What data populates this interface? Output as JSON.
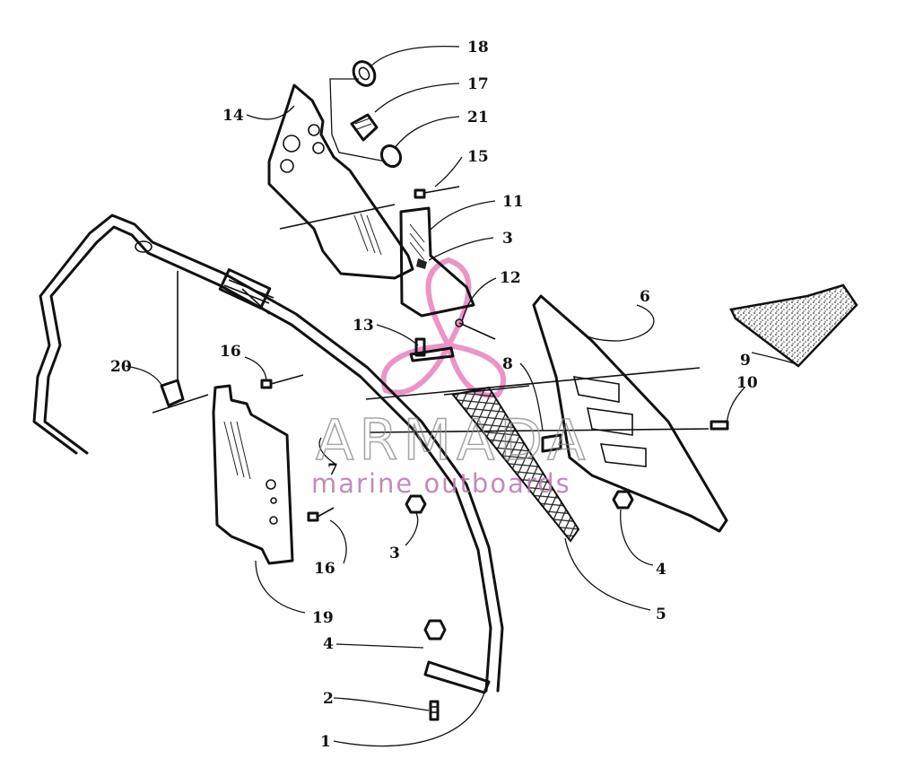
{
  "watermark": {
    "brand": "ARMADA",
    "tagline": "marine outboards",
    "logo_color": "#e87ab8"
  },
  "callouts": [
    {
      "id": "c18",
      "text": "18"
    },
    {
      "id": "c17",
      "text": "17"
    },
    {
      "id": "c21",
      "text": "21"
    },
    {
      "id": "c14",
      "text": "14"
    },
    {
      "id": "c15",
      "text": "15"
    },
    {
      "id": "c11",
      "text": "11"
    },
    {
      "id": "c3a",
      "text": "3"
    },
    {
      "id": "c12",
      "text": "12"
    },
    {
      "id": "c13",
      "text": "13"
    },
    {
      "id": "c6",
      "text": "6"
    },
    {
      "id": "c9",
      "text": "9"
    },
    {
      "id": "c8",
      "text": "8"
    },
    {
      "id": "c10",
      "text": "10"
    },
    {
      "id": "c20",
      "text": "20"
    },
    {
      "id": "c16a",
      "text": "16"
    },
    {
      "id": "c7",
      "text": "7"
    },
    {
      "id": "c3b",
      "text": "3"
    },
    {
      "id": "c16b",
      "text": "16"
    },
    {
      "id": "c4a",
      "text": "4"
    },
    {
      "id": "c5",
      "text": "5"
    },
    {
      "id": "c19",
      "text": "19"
    },
    {
      "id": "c4b",
      "text": "4"
    },
    {
      "id": "c2",
      "text": "2"
    },
    {
      "id": "c1",
      "text": "1"
    }
  ]
}
